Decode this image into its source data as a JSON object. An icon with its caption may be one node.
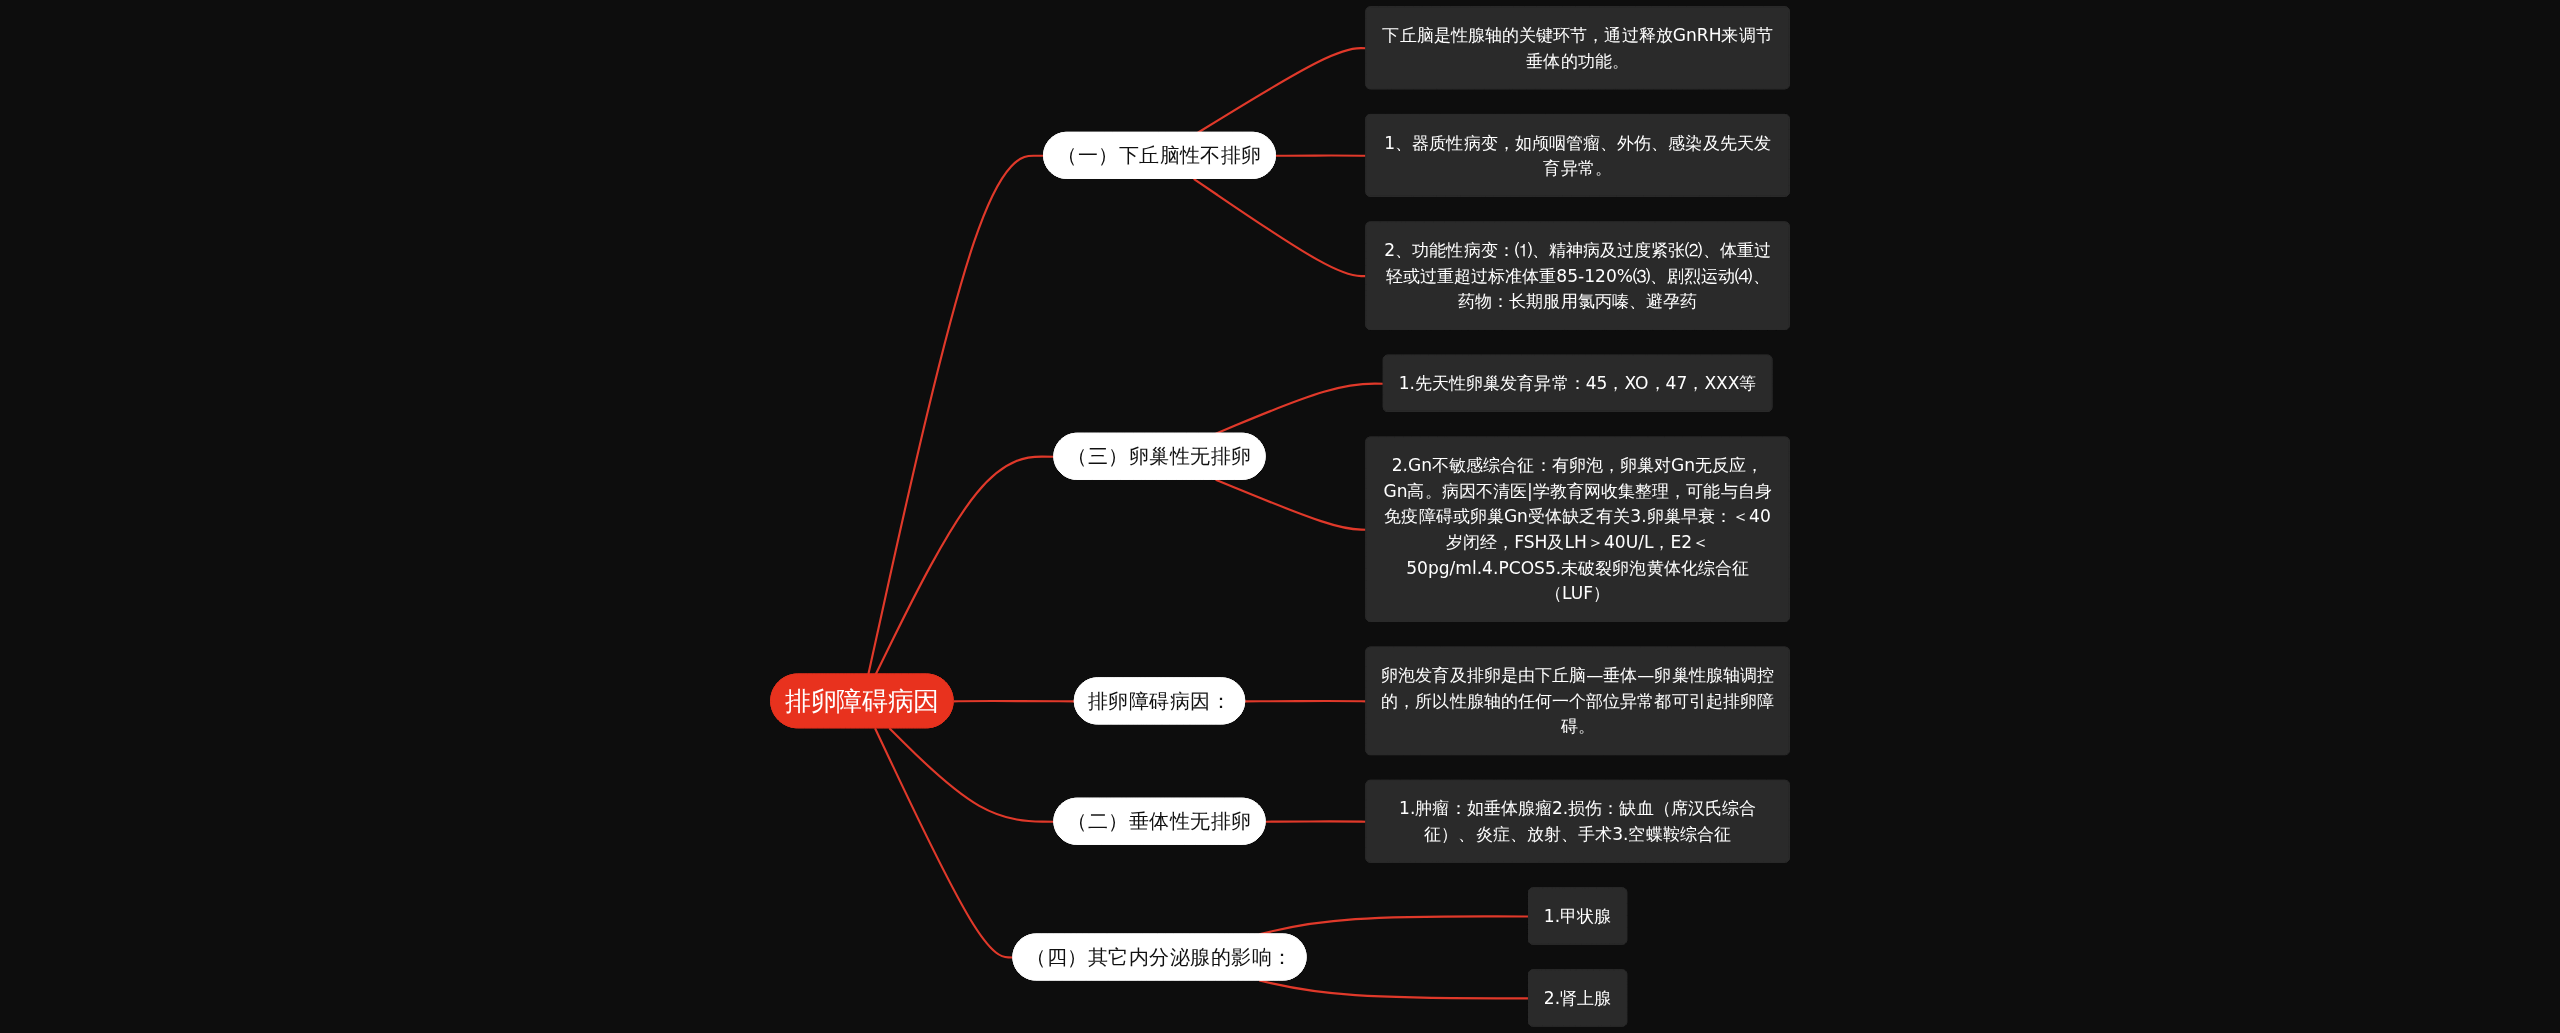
{
  "diagram": {
    "nodes": [
      {
        "text": [
          "排卵障碍病因"
        ]
      },
      {
        "text": [
          "（一）下丘脑性不排卵"
        ]
      },
      {
        "text": [
          "下丘脑是性腺轴的关键环节，通过释放GnRH来调节垂体的功能。"
        ]
      },
      {
        "text": [
          "1、器质性病变，如颅咽管瘤、外伤、感染及先天发育异常。"
        ]
      },
      {
        "text": [
          "2、功能性病变：⑴、精神病及过度紧张⑵、体重过轻或过重超过标准体重85-120%⑶、剧烈运动⑷、药物：长期服用氯丙嗪、避孕药"
        ]
      },
      {
        "text": [
          "（三）卵巢性无排卵"
        ]
      },
      {
        "text": [
          "1.先天性卵巢发育异常：45，XO，47，XXX等"
        ]
      },
      {
        "text": [
          "2.Gn不敏感综合征：有卵泡，卵巢对Gn无反应，Gn高。病因不清医|学教育网收集整理，可能与自身免疫障碍或卵巢Gn受体缺乏有关3.卵巢早衰：＜40岁闭经，FSH及LH＞40U/L，E2＜50pg/ml.4.PCOS5.未破裂卵泡黄体化综合征（LUF）"
        ]
      },
      {
        "text": [
          "排卵障碍病因："
        ]
      },
      {
        "text": [
          "卵泡发育及排卵是由下丘脑—垂体—卵巢性腺轴调控的，所以性腺轴的任何一个部位异常都可引起排卵障碍。"
        ]
      },
      {
        "text": [
          "（二）垂体性无排卵"
        ]
      },
      {
        "text": [
          "1.肿瘤：如垂体腺瘤2.损伤：缺血（席汉氏综合征）、炎症、放射、手术3.空蝶鞍综合征"
        ]
      },
      {
        "text": [
          "（四）其它内分泌腺的影响："
        ]
      },
      {
        "text": [
          "1.甲状腺"
        ]
      },
      {
        "text": [
          "2.肾上腺"
        ]
      }
    ],
    "edges": [
      {
        "from": 0,
        "to": 1,
        "arrow": "none"
      },
      {
        "from": 1,
        "to": 2,
        "arrow": "none"
      },
      {
        "from": 1,
        "to": 3,
        "arrow": "none"
      },
      {
        "from": 1,
        "to": 4,
        "arrow": "none"
      },
      {
        "from": 0,
        "to": 5,
        "arrow": "none"
      },
      {
        "from": 5,
        "to": 6,
        "arrow": "none"
      },
      {
        "from": 5,
        "to": 7,
        "arrow": "none"
      },
      {
        "from": 0,
        "to": 8,
        "arrow": "none"
      },
      {
        "from": 8,
        "to": 9,
        "arrow": "none"
      },
      {
        "from": 0,
        "to": 10,
        "arrow": "none"
      },
      {
        "from": 10,
        "to": 11,
        "arrow": "none"
      },
      {
        "from": 0,
        "to": 12,
        "arrow": "none"
      },
      {
        "from": 12,
        "to": 13,
        "arrow": "none"
      },
      {
        "from": 12,
        "to": 14,
        "arrow": "none"
      }
    ]
  }
}
